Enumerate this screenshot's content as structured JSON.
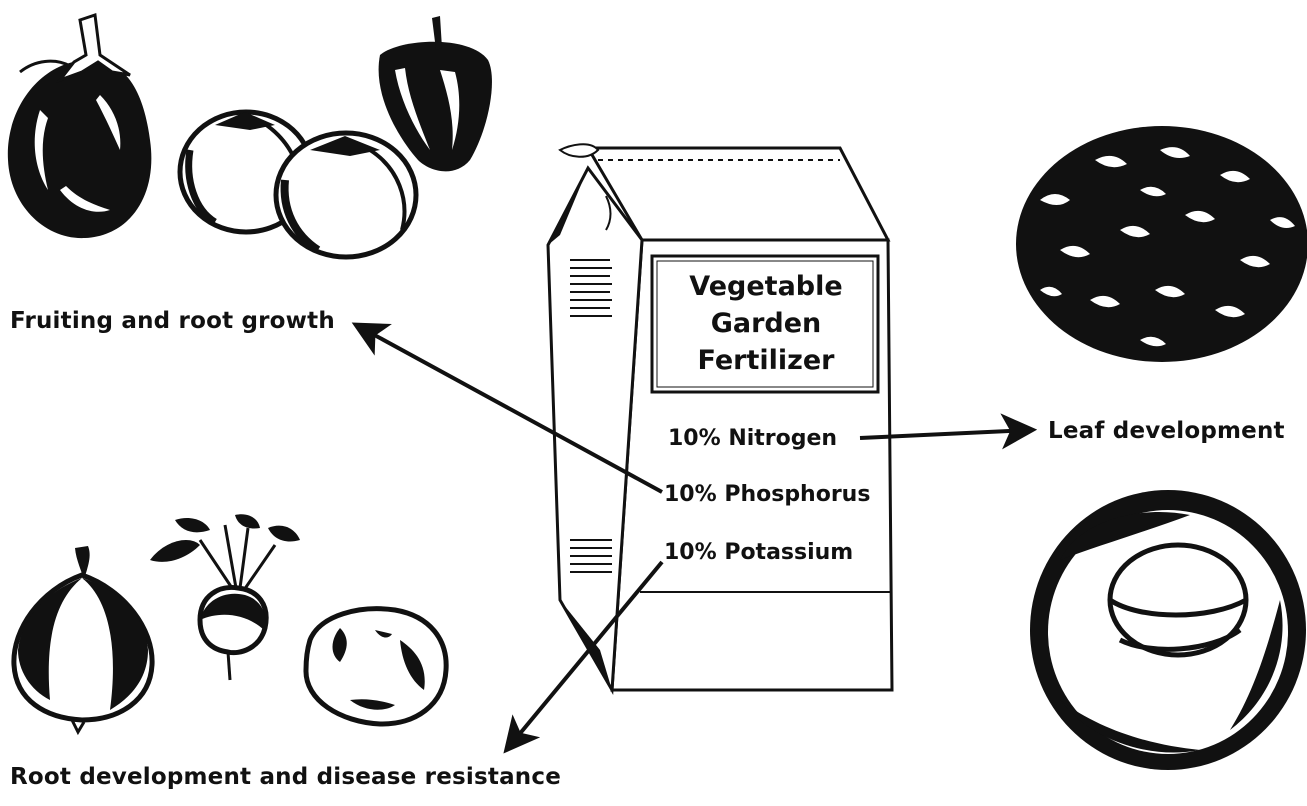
{
  "bag": {
    "title_lines": [
      "Vegetable",
      "Garden",
      "Fertilizer"
    ],
    "nutrients": [
      {
        "text": "10% Nitrogen"
      },
      {
        "text": "10% Phosphorus"
      },
      {
        "text": "10% Potassium"
      }
    ]
  },
  "labels": {
    "fruiting": "Fruiting and root growth",
    "leaf": "Leaf development",
    "root": "Root development and disease resistance"
  },
  "colors": {
    "ink": "#111111",
    "paper": "#ffffff"
  },
  "icons": [
    "eggplant-icon",
    "tomato-icon",
    "bell-pepper-icon",
    "fertilizer-bag-icon",
    "lettuce-icon",
    "cabbage-icon",
    "onion-icon",
    "beet-icon",
    "potato-icon"
  ]
}
